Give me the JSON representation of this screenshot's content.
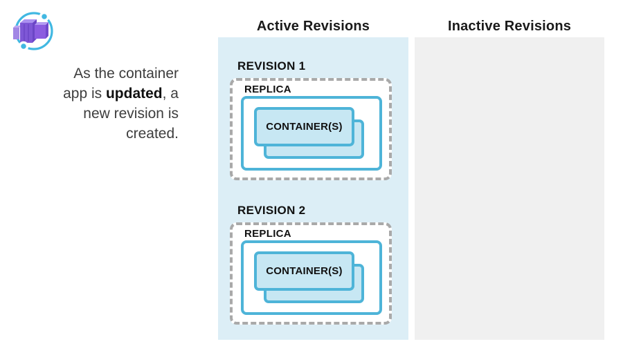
{
  "icons": {
    "logo": "container-apps-logo"
  },
  "description": {
    "line1": "As the container",
    "line2_before": "app is ",
    "line2_bold": "updated",
    "line2_after": ", a",
    "line3": "new revision is",
    "line4": "created."
  },
  "columns": {
    "active": {
      "header": "Active Revisions",
      "panel_color": "#dceef6",
      "revisions": [
        {
          "label": "REVISION 1",
          "replica_label": "REPLICA",
          "container_label": "CONTAINER(S)"
        },
        {
          "label": "REVISION 2",
          "replica_label": "REPLICA",
          "container_label": "CONTAINER(S)"
        }
      ]
    },
    "inactive": {
      "header": "Inactive Revisions",
      "panel_color": "#f0f0f0",
      "revisions": []
    }
  },
  "colors": {
    "teal_border": "#4eb4d8",
    "container_fill": "#c7e7f3",
    "dashed_border": "#a9a9a9",
    "logo_blue": "#41b8e2",
    "logo_purple": "#8160d8",
    "text_primary": "#3d3d3d",
    "heading_text": "#1a1a1a"
  }
}
